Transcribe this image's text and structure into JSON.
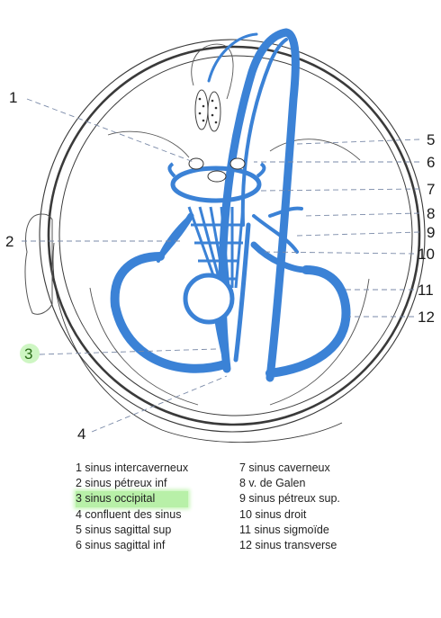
{
  "colors": {
    "vessel": "#3b82d6",
    "vessel_dark": "#1f5fb5",
    "outline": "#444444",
    "highlight": "#b8f0a8"
  },
  "callouts": {
    "c1": "1",
    "c2": "2",
    "c3": "3",
    "c4": "4",
    "c5": "5",
    "c6": "6",
    "c7": "7",
    "c8": "8",
    "c9": "9",
    "c10": "10",
    "c11": "11",
    "c12": "12"
  },
  "legend": {
    "left": [
      "1 sinus intercaverneux",
      "2 sinus pétreux inf",
      "3 sinus occipital",
      "4 confluent des sinus",
      "5 sinus sagittal sup",
      "6 sinus sagittal inf"
    ],
    "right": [
      "7 sinus caverneux",
      "8 v. de Galen",
      "9 sinus pétreux sup.",
      "10 sinus droit",
      "11 sinus sigmoïde",
      "12 sinus transverse"
    ],
    "highlighted": "3 sinus occipital"
  }
}
